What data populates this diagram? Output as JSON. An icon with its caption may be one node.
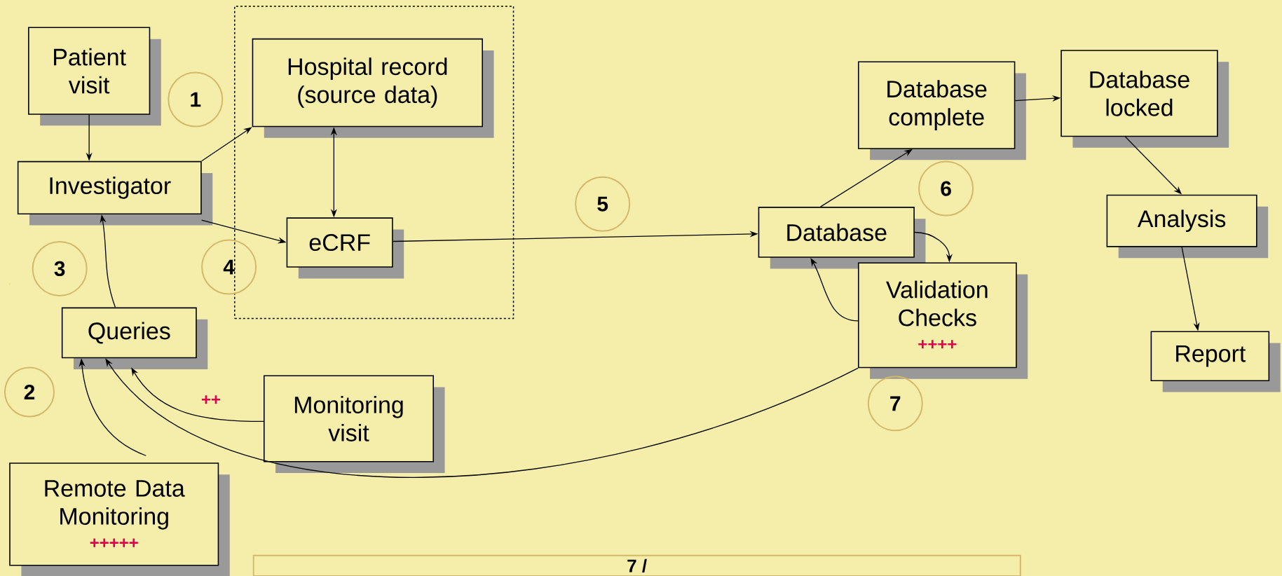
{
  "diagram": {
    "nodes": [
      {
        "text": [],
        "shape": "box"
      },
      {
        "text": [
          "Patient visit"
        ]
      },
      {
        "text": [
          "Hospital record (source data)"
        ],
        "in": 0
      },
      {
        "text": [
          "Investigator"
        ]
      },
      {
        "text": [
          "eCRF"
        ],
        "in": 0
      },
      {
        "text": [
          "Database"
        ]
      },
      {
        "text": [
          "Database complete"
        ]
      },
      {
        "text": [
          "Database locked"
        ]
      },
      {
        "text": [
          "Analysis"
        ]
      },
      {
        "text": [
          "Validation Checks",
          "++++"
        ]
      },
      {
        "text": [
          "Queries"
        ]
      },
      {
        "text": [
          "Monitoring visit"
        ]
      },
      {
        "text": [
          "Report"
        ]
      },
      {
        "text": [
          "Remote Data Monitoring",
          "+++++"
        ]
      },
      {
        "text": [
          "7 /"
        ]
      },
      {
        "text": [
          "1"
        ]
      },
      {
        "text": [
          "2"
        ]
      },
      {
        "text": [
          "3"
        ]
      },
      {
        "text": [
          "4"
        ]
      },
      {
        "text": [
          "5"
        ]
      },
      {
        "text": [
          "6"
        ]
      },
      {
        "text": [
          "7"
        ]
      }
    ],
    "edges": [
      {
        "from": 1,
        "to": 3,
        "arrow": "to"
      },
      {
        "from": 3,
        "to": 2,
        "arrow": "to"
      },
      {
        "from": 3,
        "to": 4,
        "arrow": "to"
      },
      {
        "from": 2,
        "to": 4,
        "arrow": "both"
      },
      {
        "from": 4,
        "to": 5,
        "arrow": "to"
      },
      {
        "from": 5,
        "to": 6,
        "arrow": "to"
      },
      {
        "from": 6,
        "to": 7,
        "arrow": "to"
      },
      {
        "from": 7,
        "to": 8,
        "arrow": "to"
      },
      {
        "from": 8,
        "to": 12,
        "arrow": "to"
      },
      {
        "from": 5,
        "to": 9,
        "arrow": "to"
      },
      {
        "from": 9,
        "to": 5,
        "arrow": "to"
      },
      {
        "from": 10,
        "to": 3,
        "arrow": "to"
      },
      {
        "from": 11,
        "to": 10,
        "arrow": "to",
        "label": "++"
      },
      {
        "from": 13,
        "to": 10,
        "arrow": "to"
      },
      {
        "from": 9,
        "to": 10,
        "arrow": "to"
      }
    ]
  }
}
